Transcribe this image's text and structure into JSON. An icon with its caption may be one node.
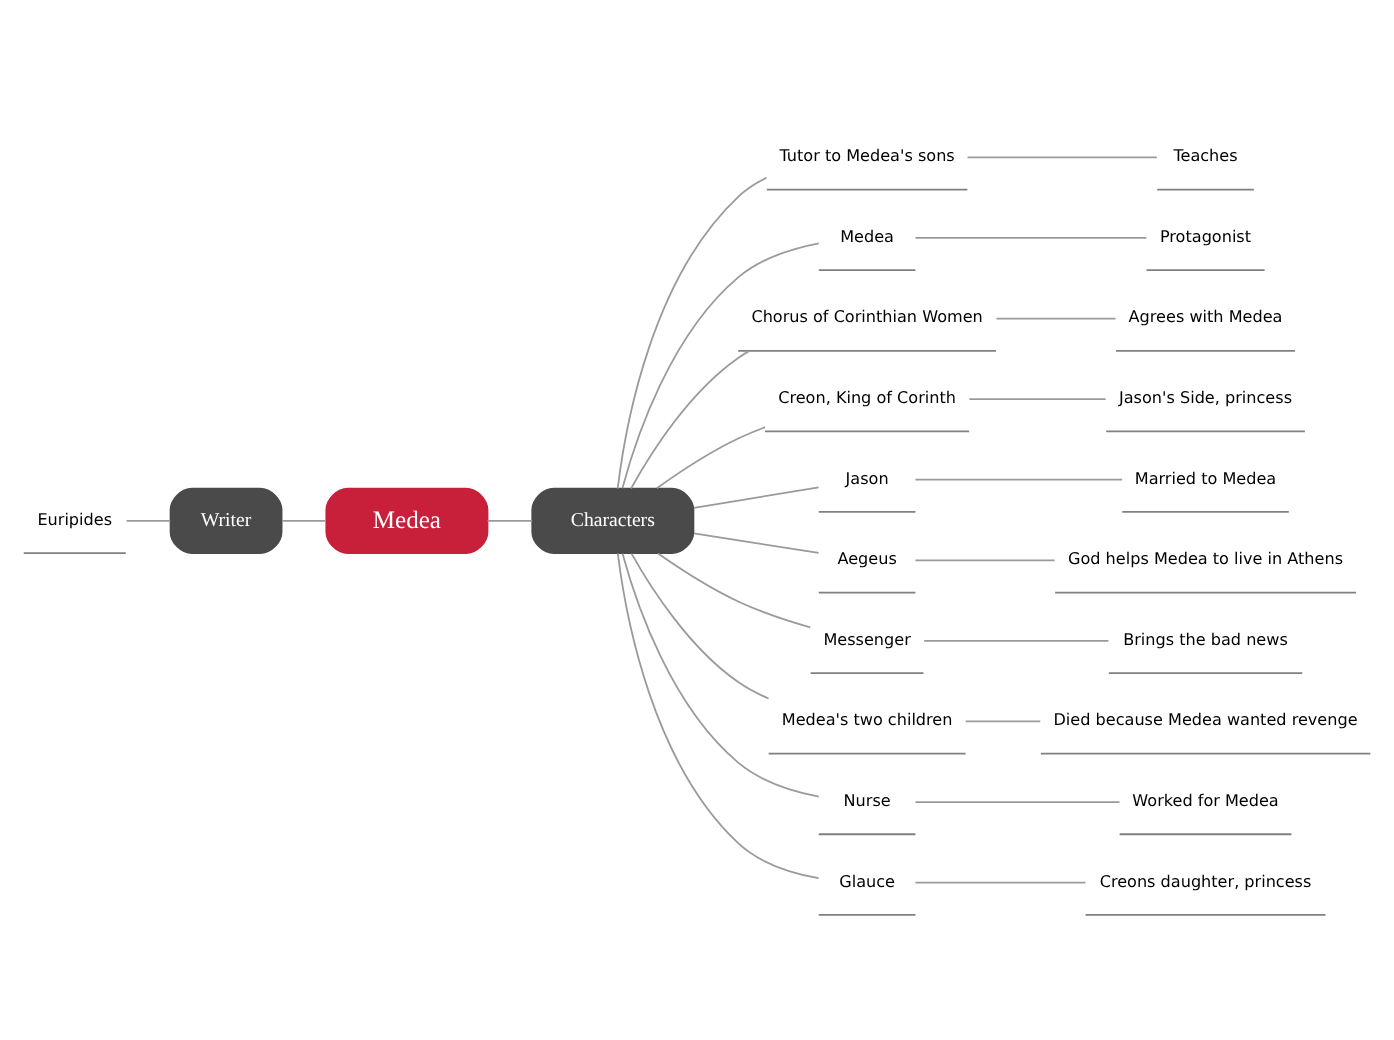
{
  "diagram": {
    "nodes": [
      {
        "text": [
          "Medea"
        ]
      },
      {
        "text": [
          "Writer"
        ]
      },
      {
        "text": [
          "Euripides"
        ]
      },
      {
        "text": [
          "Characters"
        ]
      },
      {
        "text": [
          "Tutor to Medea's sons"
        ]
      },
      {
        "text": [
          "Teaches"
        ]
      },
      {
        "text": [
          "Medea"
        ]
      },
      {
        "text": [
          "Protagonist"
        ]
      },
      {
        "text": [
          "Chorus of Corinthian Women"
        ]
      },
      {
        "text": [
          "Agrees with Medea"
        ]
      },
      {
        "text": [
          "Creon, King of Corinth"
        ]
      },
      {
        "text": [
          "Jason's Side, princess"
        ]
      },
      {
        "text": [
          "Jason"
        ]
      },
      {
        "text": [
          "Married to Medea"
        ]
      },
      {
        "text": [
          "Aegeus"
        ]
      },
      {
        "text": [
          "God helps Medea to live in Athens"
        ]
      },
      {
        "text": [
          "Messenger"
        ]
      },
      {
        "text": [
          "Brings the bad news"
        ]
      },
      {
        "text": [
          "Medea's two children"
        ]
      },
      {
        "text": [
          "Died because Medea wanted revenge"
        ]
      },
      {
        "text": [
          "Nurse"
        ]
      },
      {
        "text": [
          "Worked for Medea"
        ]
      },
      {
        "text": [
          "Glauce"
        ]
      },
      {
        "text": [
          "Creons daughter, princess"
        ]
      }
    ],
    "edges": [
      {
        "from": 1,
        "to": 0,
        "arrow": "none"
      },
      {
        "from": 2,
        "to": 1,
        "arrow": "none"
      },
      {
        "from": 0,
        "to": 3,
        "arrow": "none"
      },
      {
        "from": 3,
        "to": 4,
        "arrow": "none"
      },
      {
        "from": 4,
        "to": 5,
        "arrow": "none"
      },
      {
        "from": 3,
        "to": 6,
        "arrow": "none"
      },
      {
        "from": 6,
        "to": 7,
        "arrow": "none"
      },
      {
        "from": 3,
        "to": 8,
        "arrow": "none"
      },
      {
        "from": 8,
        "to": 9,
        "arrow": "none"
      },
      {
        "from": 3,
        "to": 10,
        "arrow": "none"
      },
      {
        "from": 10,
        "to": 11,
        "arrow": "none"
      },
      {
        "from": 3,
        "to": 12,
        "arrow": "none"
      },
      {
        "from": 12,
        "to": 13,
        "arrow": "none"
      },
      {
        "from": 3,
        "to": 14,
        "arrow": "none"
      },
      {
        "from": 14,
        "to": 15,
        "arrow": "none"
      },
      {
        "from": 3,
        "to": 16,
        "arrow": "none"
      },
      {
        "from": 16,
        "to": 17,
        "arrow": "none"
      },
      {
        "from": 3,
        "to": 18,
        "arrow": "none"
      },
      {
        "from": 18,
        "to": 19,
        "arrow": "none"
      },
      {
        "from": 3,
        "to": 20,
        "arrow": "none"
      },
      {
        "from": 20,
        "to": 21,
        "arrow": "none"
      },
      {
        "from": 3,
        "to": 22,
        "arrow": "none"
      },
      {
        "from": 22,
        "to": 23,
        "arrow": "none"
      }
    ]
  }
}
